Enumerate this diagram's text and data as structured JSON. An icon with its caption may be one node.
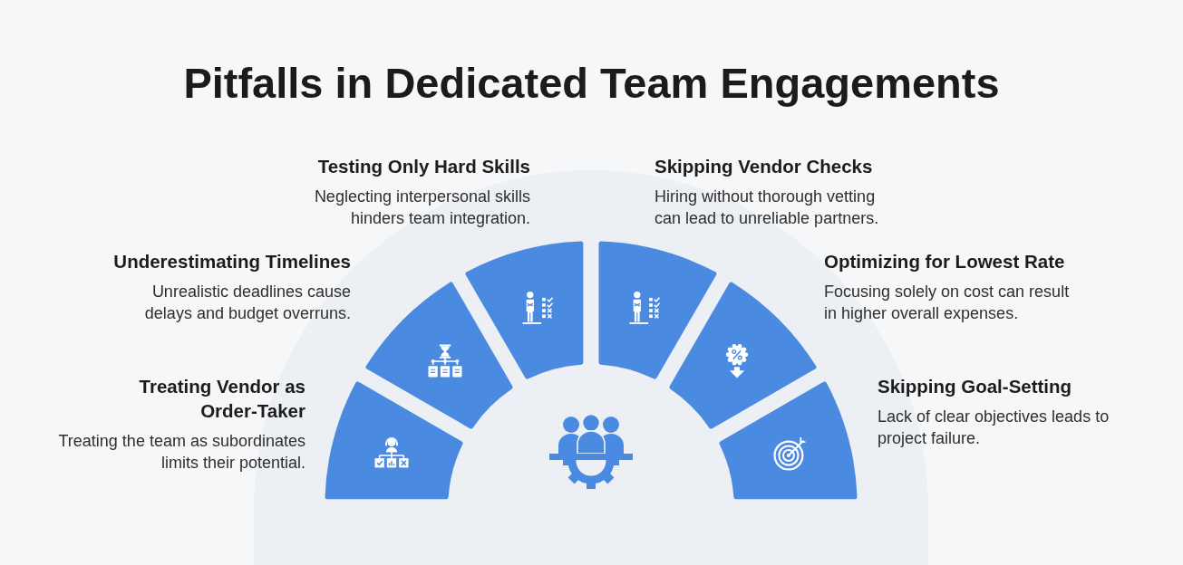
{
  "diagram": {
    "title": "Pitfalls in Dedicated Team Engagements",
    "nodes": [
      {
        "text": [],
        "shape": "segment",
        "beside": [
          "Treating Vendor as Order-Taker",
          "Treating the team as subordinates limits their potential."
        ]
      },
      {
        "text": [],
        "shape": "segment",
        "beside": [
          "Underestimating Timelines",
          "Unrealistic deadlines cause delays and budget overruns."
        ]
      },
      {
        "text": [],
        "shape": "segment",
        "beside": [
          "Testing Only Hard Skills",
          "Neglecting interpersonal skills hinders team integration."
        ]
      },
      {
        "text": [],
        "shape": "segment",
        "beside": [
          "Skipping Vendor Checks",
          "Hiring without thorough vetting can lead to unreliable partners."
        ]
      },
      {
        "text": [],
        "shape": "segment",
        "beside": [
          "Optimizing for Lowest Rate",
          "Focusing solely on cost can result in higher overall expenses."
        ]
      },
      {
        "text": [],
        "shape": "segment",
        "beside": [
          "Skipping Goal-Setting",
          "Lack of clear objectives leads to project failure."
        ]
      }
    ]
  }
}
